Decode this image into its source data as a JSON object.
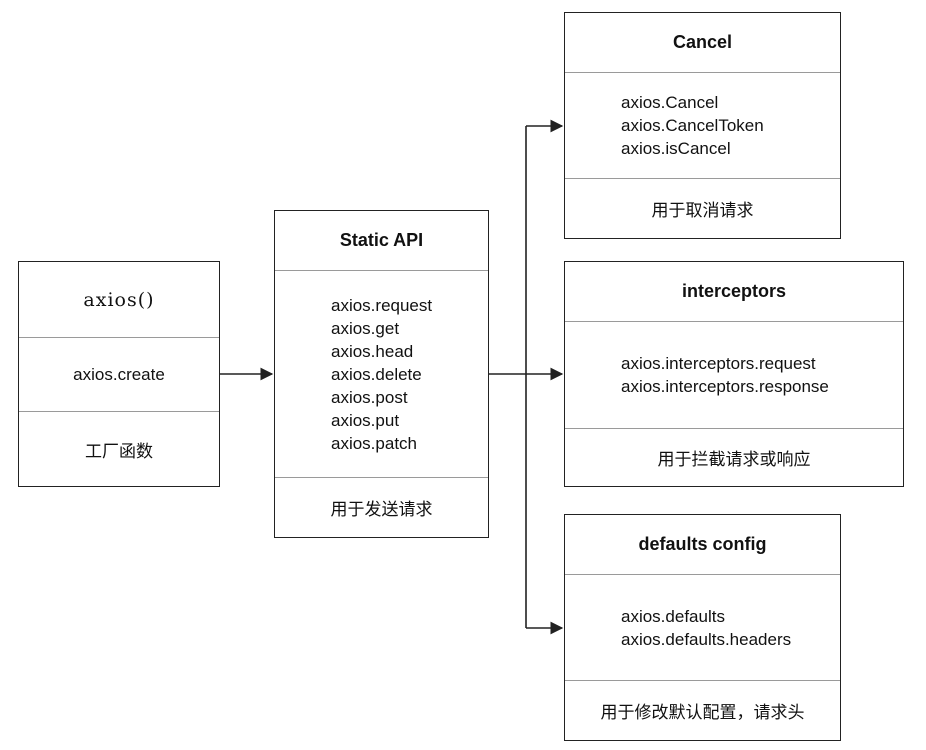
{
  "factory_box": {
    "call": "axios()",
    "method": "axios.create",
    "note": "工厂函数"
  },
  "static_api_box": {
    "title": "Static API",
    "items": [
      "axios.request",
      "axios.get",
      "axios.head",
      "axios.delete",
      "axios.post",
      "axios.put",
      "axios.patch"
    ],
    "note": "用于发送请求"
  },
  "cancel_box": {
    "title": "Cancel",
    "items": [
      "axios.Cancel",
      "axios.CancelToken",
      "axios.isCancel"
    ],
    "note": "用于取消请求"
  },
  "interceptors_box": {
    "title": "interceptors",
    "items": [
      "axios.interceptors.request",
      "axios.interceptors.response"
    ],
    "note": "用于拦截请求或响应"
  },
  "defaults_box": {
    "title": "defaults config",
    "items": [
      "axios.defaults",
      "axios.defaults.headers"
    ],
    "note": "用于修改默认配置，请求头"
  }
}
